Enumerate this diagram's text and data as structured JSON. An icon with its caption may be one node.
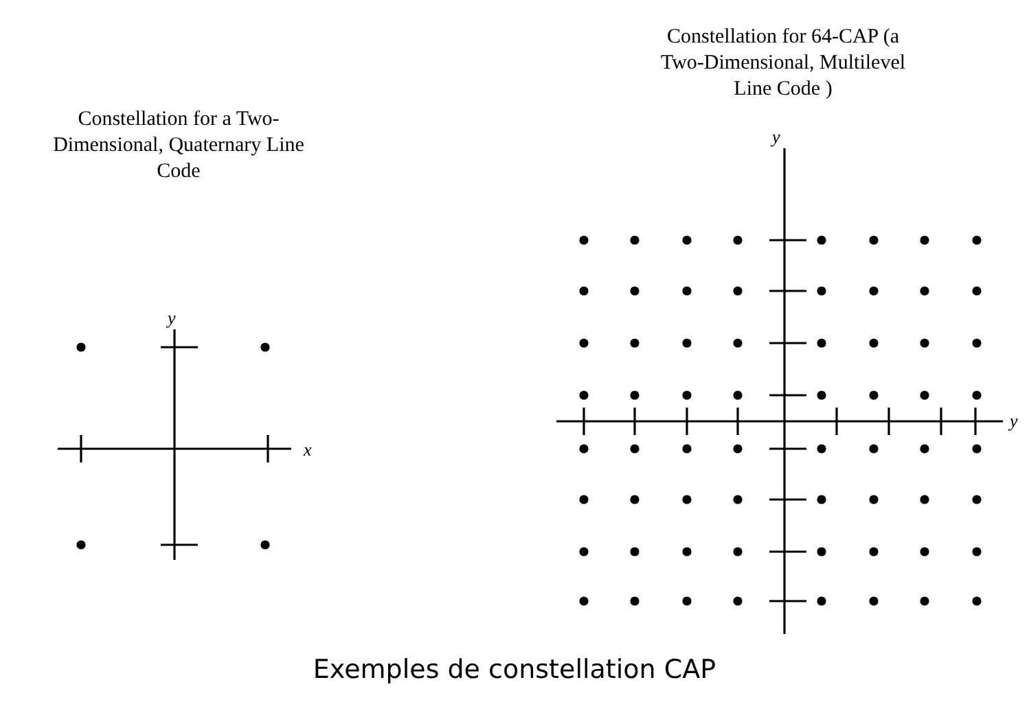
{
  "diagram": {
    "caption": "Exemples de constellation CAP",
    "labels": [
      "Constellation for a Two-Dimensional, Quaternary Line Code",
      "Constellation for 64-CAP (a Two-Dimensional, Multilevel Line Code )",
      "y",
      "y",
      "x",
      "y"
    ]
  }
}
